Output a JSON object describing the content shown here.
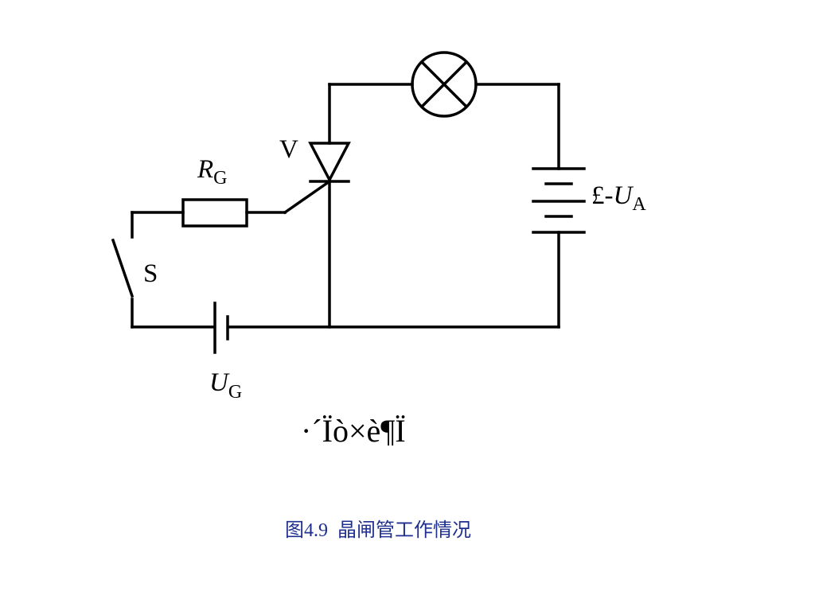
{
  "labels": {
    "thyristor": "V",
    "resistor_main": "R",
    "resistor_sub": "G",
    "switch": "S",
    "anode_supply_prefix": "£-",
    "anode_supply_main": "U",
    "anode_supply_sub": "A",
    "gate_supply_main": "U",
    "gate_supply_sub": "G"
  },
  "garbled_text": "·´Ïò×è¶Ï",
  "caption": "图4.9  晶闸管工作情况",
  "colors": {
    "diagram": "#000000",
    "caption": "#1f2f8f"
  },
  "icons": [
    "lamp-icon",
    "thyristor-icon",
    "resistor-icon",
    "battery-icon",
    "switch-icon"
  ]
}
